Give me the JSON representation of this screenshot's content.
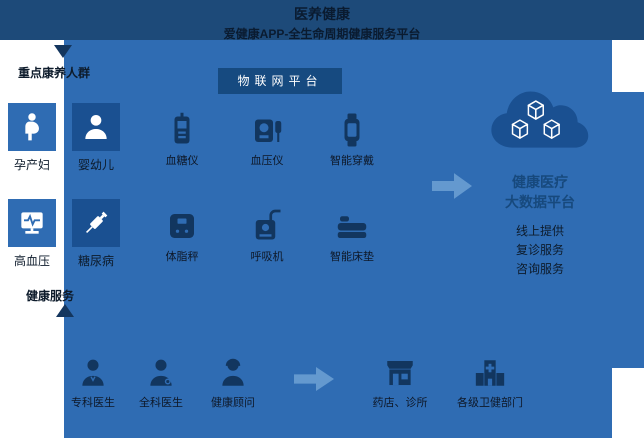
{
  "colors": {
    "header_bg": "#1d4a79",
    "main_bg": "#2f6cb3",
    "panel_dark": "#1a5091",
    "badge_bg": "#164a80",
    "icon_dark": "#12365f",
    "arrow_blue": "#6499cf",
    "text_dark": "#0d1b2b",
    "platform_text": "#17497d"
  },
  "header": {
    "title": "医养健康",
    "subtitle": "爱健康APP-全生命周期健康服务平台"
  },
  "care_groups": {
    "section_label": "重点康养人群",
    "items": [
      {
        "label": "孕产妇",
        "icon": "pregnant-woman-icon"
      },
      {
        "label": "婴幼儿",
        "icon": "infant-icon"
      },
      {
        "label": "高血压",
        "icon": "blood-pressure-icon"
      },
      {
        "label": "糖尿病",
        "icon": "syringe-icon"
      }
    ]
  },
  "iot": {
    "badge_label": "物联网平台",
    "devices": [
      {
        "label": "血糖仪",
        "icon": "glucometer-icon"
      },
      {
        "label": "血压仪",
        "icon": "blood-pressure-monitor-icon"
      },
      {
        "label": "智能穿戴",
        "icon": "smartwatch-icon"
      },
      {
        "label": "体脂秤",
        "icon": "body-fat-scale-icon"
      },
      {
        "label": "呼吸机",
        "icon": "respirator-icon"
      },
      {
        "label": "智能床垫",
        "icon": "smart-mattress-icon"
      }
    ]
  },
  "platform": {
    "title_line1": "健康医疗",
    "title_line2": "大数据平台",
    "services": [
      "线上提供",
      "复诊服务",
      "咨询服务"
    ]
  },
  "health_services": {
    "section_label": "健康服务",
    "providers": [
      {
        "label": "专科医生",
        "icon": "doctor-icon"
      },
      {
        "label": "全科医生",
        "icon": "doctor-icon"
      },
      {
        "label": "健康顾问",
        "icon": "consultant-icon"
      }
    ],
    "destinations": [
      {
        "label": "药店、诊所",
        "icon": "pharmacy-icon"
      },
      {
        "label": "各级卫健部门",
        "icon": "government-building-icon"
      }
    ]
  }
}
